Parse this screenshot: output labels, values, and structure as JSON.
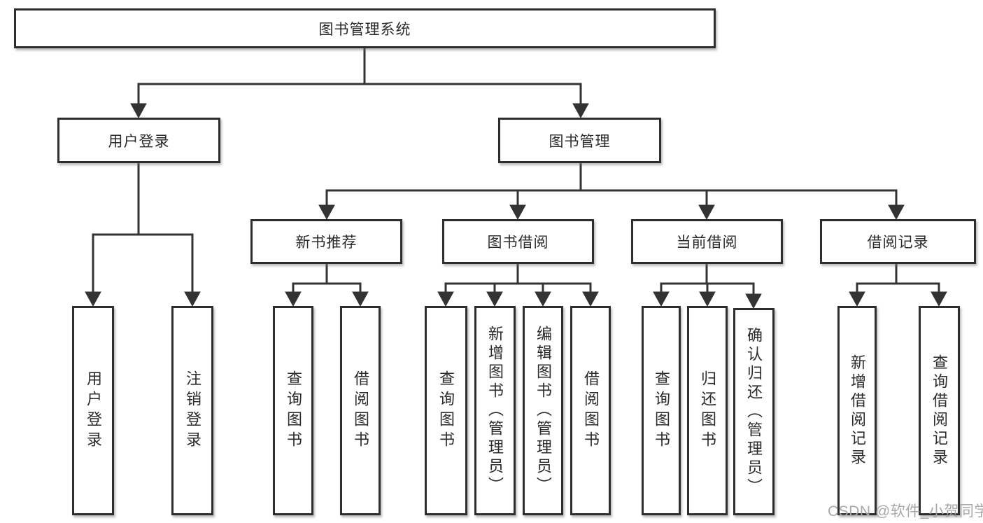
{
  "diagram": {
    "root": "图书管理系统",
    "watermark": "CSDN @软件_小贺同学",
    "colors": {
      "line": "#333333",
      "border": "#2e2e2e",
      "text": "#2b2b2b",
      "watermark": "#a9a9a9",
      "background": "#ffffff"
    },
    "level2": {
      "user_login": "用户登录",
      "book_mgmt": "图书管理"
    },
    "level3": {
      "new_book_rec": "新书推荐",
      "book_borrow": "图书借阅",
      "current_borrow": "当前借阅",
      "borrow_records": "借阅记录"
    },
    "leaves": {
      "user_login_leaf": "用户登录",
      "logout": "注销登录",
      "rec_query_books": "查询图书",
      "rec_borrow_books": "借阅图书",
      "bb_query_books": "查询图书",
      "bb_add_books": "新增图书（管理员）",
      "bb_edit_books": "编辑图书（管理员）",
      "bb_borrow_books": "借阅图书",
      "cb_query_books": "查询图书",
      "cb_return_books": "归还图书",
      "cb_confirm_return": "确认归还（管理员）",
      "br_add_record": "新增借阅记录",
      "br_query_record": "查询借阅记录"
    }
  }
}
